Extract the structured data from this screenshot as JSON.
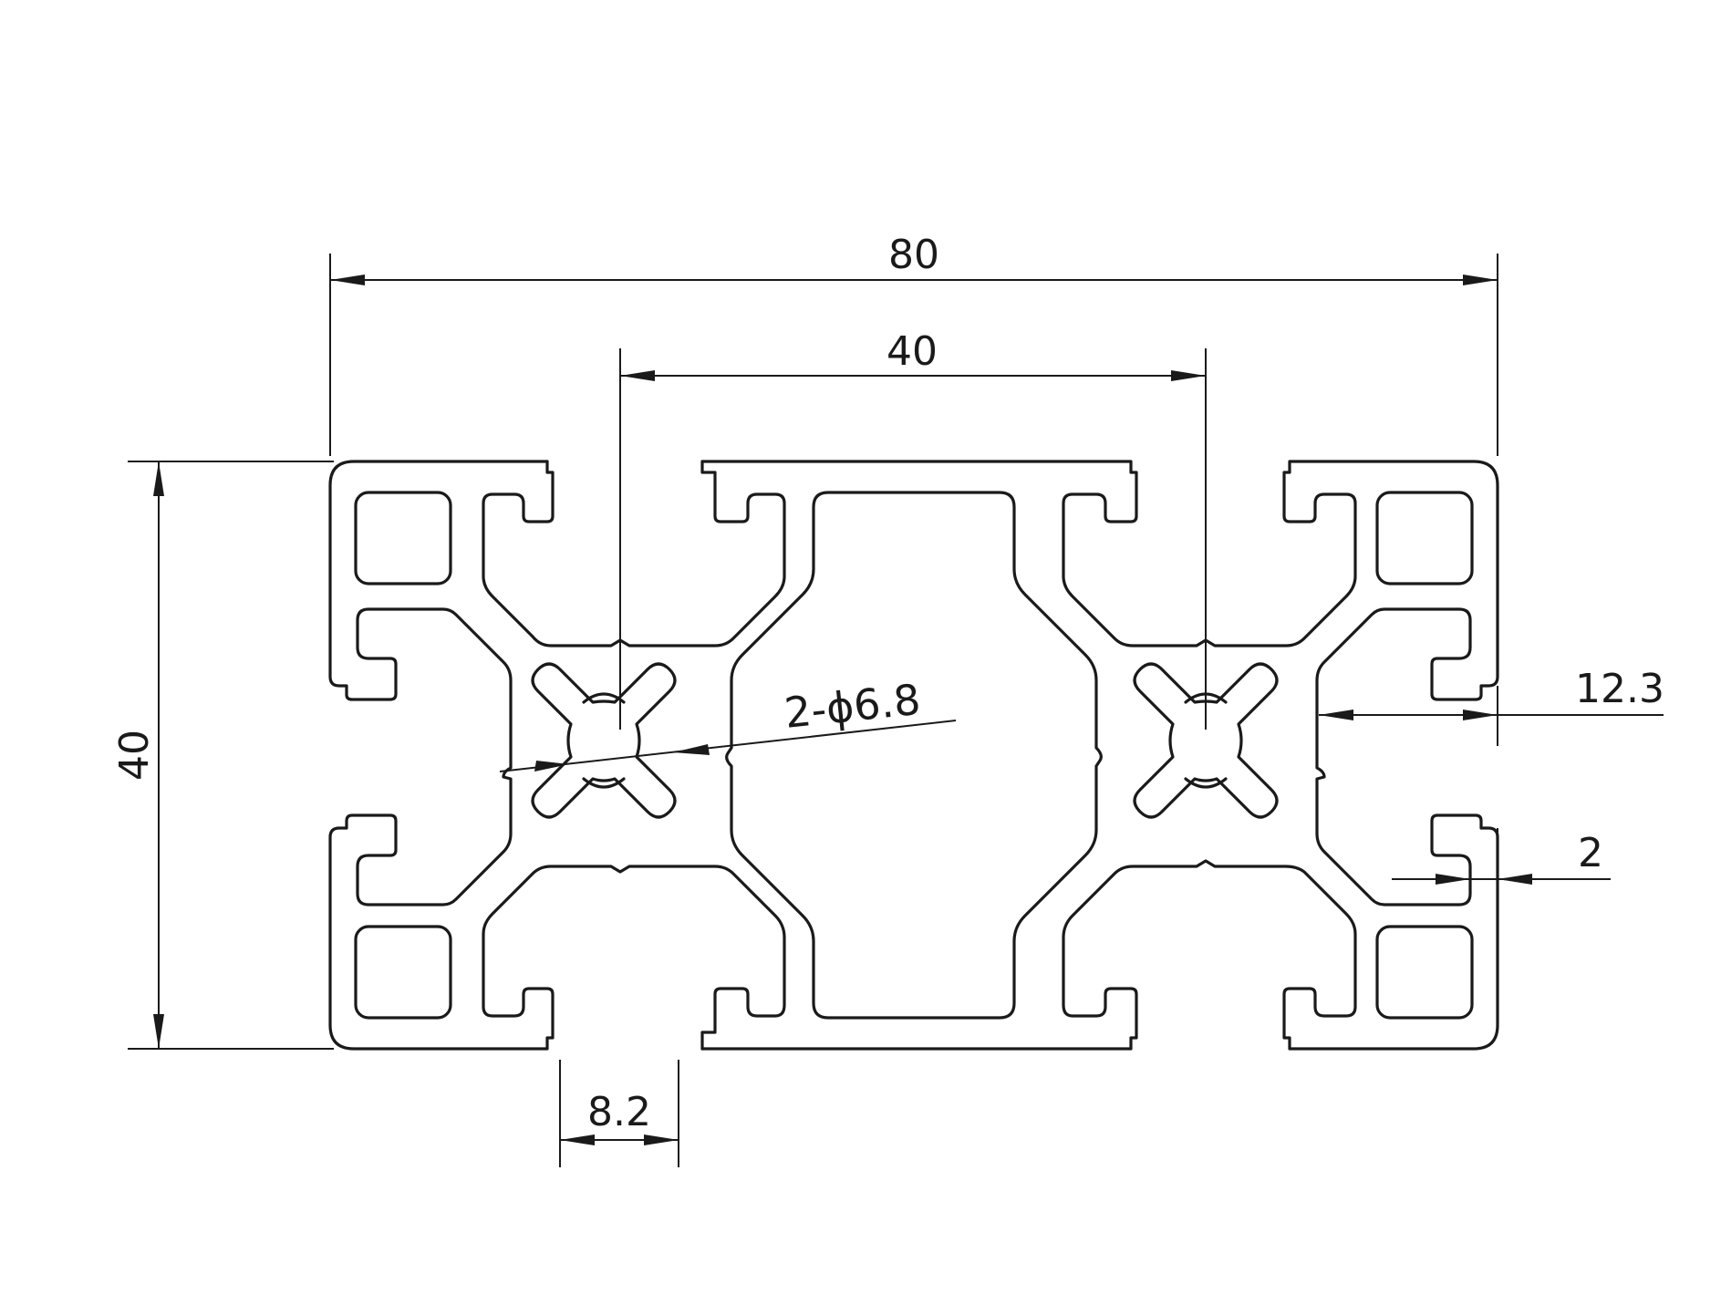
{
  "drawing": {
    "dimensions": {
      "overall_width": "80",
      "slot_pitch": "40",
      "overall_height": "40",
      "hole_callout": "2-ϕ6.8",
      "slot_depth": "12.3",
      "wall_thickness": "2",
      "slot_opening": "8.2"
    },
    "colors": {
      "line": "#1a1a1a",
      "background": "#ffffff"
    }
  }
}
